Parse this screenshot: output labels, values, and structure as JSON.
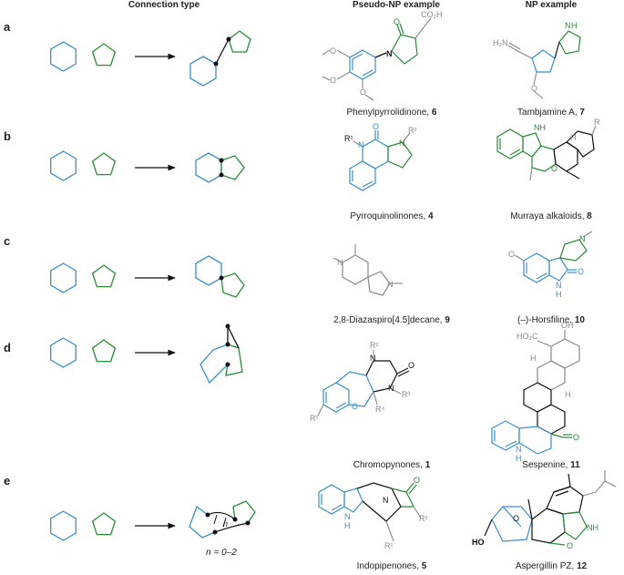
{
  "headers": {
    "connection_type": "Connection type",
    "pseudo_np": "Pseudo-NP example",
    "np": "NP example"
  },
  "colors": {
    "six_ring": "#3b8fc4",
    "five_ring": "#2a8a3a",
    "grey": "#9a9a9a",
    "black": "#111111"
  },
  "rows": [
    {
      "label": "a",
      "pseudo_name": "Phenylpyrrolidinone, ",
      "pseudo_num": "6",
      "np_name": "Tambjamine A, ",
      "np_num": "7"
    },
    {
      "label": "b",
      "pseudo_name": "Pyrroquinolinones, ",
      "pseudo_num": "4",
      "np_name": "Murraya alkaloids, ",
      "np_num": "8"
    },
    {
      "label": "c",
      "pseudo_name": "2,8-Diazaspiro[4.5]decane, ",
      "pseudo_num": "9",
      "np_name": "(–)-Horsfiline, ",
      "np_num": "10"
    },
    {
      "label": "d",
      "pseudo_name": "Chromopynones, ",
      "pseudo_num": "1",
      "np_name": "Sespenine, ",
      "np_num": "11"
    },
    {
      "label": "e",
      "pseudo_name": "Indopipenones, ",
      "pseudo_num": "5",
      "np_name": "Aspergillin PZ, ",
      "np_num": "12",
      "n_range": "n = 0–2",
      "n_symbol": "n"
    }
  ],
  "atoms": {
    "a_o": "O",
    "a_co2h": "CO₂H",
    "a_n": "N",
    "a_ome1": "O",
    "a_ome2": "O",
    "a_ome3": "O",
    "a_h2n": "H₂N",
    "a_o7": "O",
    "a_nh7": "N",
    "a_h7": "H",
    "b_o": "O",
    "b_r1": "R¹",
    "b_n1": "N",
    "b_r2": "R²",
    "b_n2": "N",
    "b_nh8": "NH",
    "b_h8": "H",
    "b_r8": "R",
    "b_o8": "O",
    "c_n1": "N",
    "c_n2": "N",
    "c_o10": "O",
    "c_n10": "N",
    "c_o10b": "O",
    "c_h10": "N",
    "c_hh10": "H",
    "d_r2": "R²",
    "d_n1": "N",
    "d_o": "O",
    "d_n2": "N",
    "d_r3": "R³",
    "d_o2": "O",
    "d_r4": "R⁴",
    "d_r1": "R¹",
    "d_ho2c": "HO₂C",
    "d_oh": "OH",
    "d_h1": "H",
    "d_h2": "H",
    "d_o11": "O",
    "d_n11": "N",
    "d_h11": "H",
    "e_n": "N",
    "e_h": "H",
    "e_o": "O",
    "e_n2": "N",
    "e_r2": "R²",
    "e_r1": "R¹",
    "e_o12": "O",
    "e_nh12": "NH",
    "e_o12b": "O",
    "e_ho": "HO"
  }
}
